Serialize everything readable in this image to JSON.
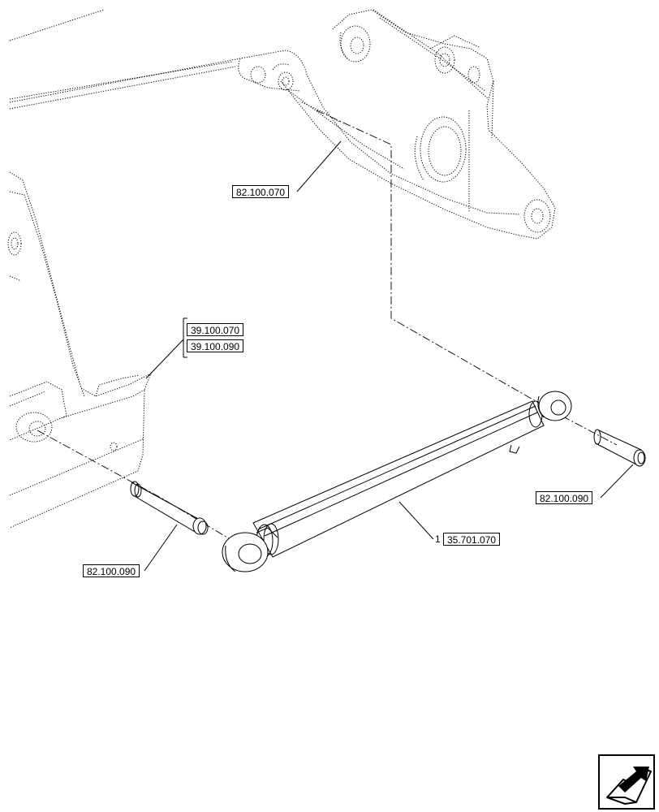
{
  "callouts": {
    "boom_link": "82.100.070",
    "frame_ref_1": "39.100.070",
    "frame_ref_2": "39.100.090",
    "pin_left": "82.100.090",
    "pin_right": "82.100.090",
    "cylinder_item_number": "1",
    "cylinder": "35.701.070"
  },
  "icons": {
    "navigation": "next-page-arrow-icon"
  }
}
